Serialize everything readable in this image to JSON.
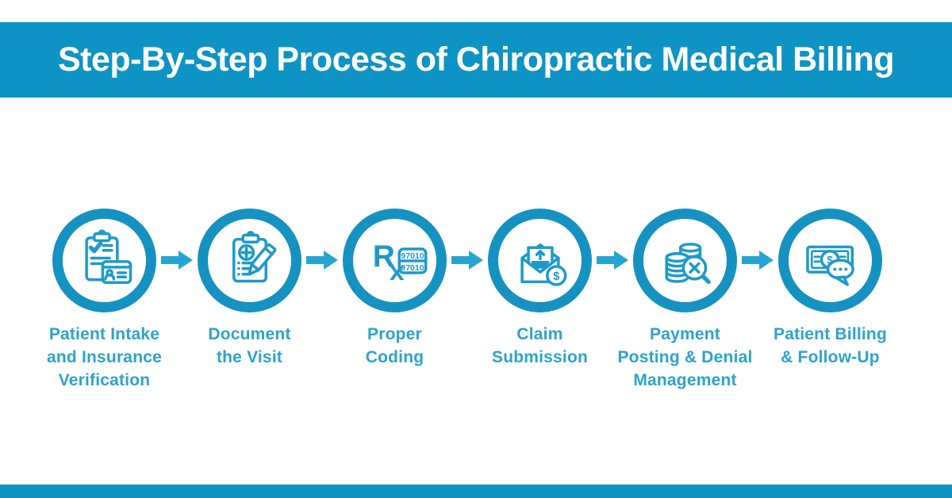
{
  "header": {
    "title": "Step-By-Step Process of Chiropractic Medical Billing"
  },
  "colors": {
    "band": "#0d94c4",
    "ring": "#1592c2",
    "icon": "#1e9aca",
    "label": "#2ba3ce",
    "arrow": "#27a5d2",
    "bg": "#ffffff"
  },
  "steps": [
    {
      "label": "Patient Intake\nand Insurance\nVerification",
      "icon": "clipboard-id-card-icon"
    },
    {
      "label": "Document\nthe Visit",
      "icon": "clipboard-pencil-icon"
    },
    {
      "label": "Proper\nCoding",
      "icon": "rx-codes-icon",
      "rx_text": "Rx",
      "rx_r": "R",
      "rx_x": "x",
      "codes": [
        "97010",
        "97010"
      ]
    },
    {
      "label": "Claim\nSubmission",
      "icon": "envelope-dollar-icon",
      "coin_symbol": "$"
    },
    {
      "label": "Payment\nPosting & Denial\nManagement",
      "icon": "coins-magnifier-icon"
    },
    {
      "label": "Patient Billing\n& Follow-Up",
      "icon": "banknote-chat-icon",
      "coin_symbol": "$"
    }
  ]
}
